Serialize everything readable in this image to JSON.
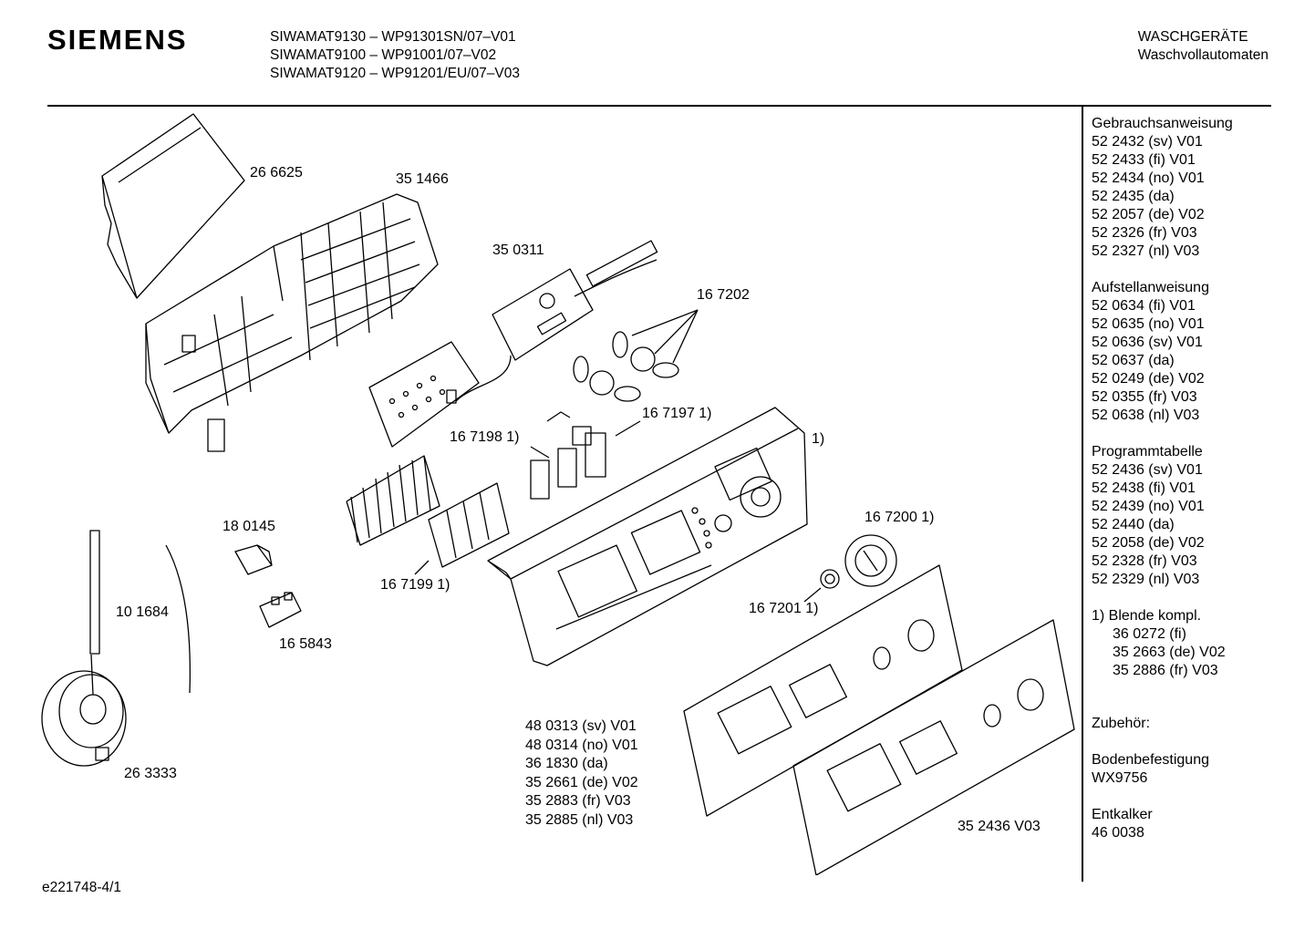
{
  "header": {
    "brand": "SIEMENS",
    "models": [
      "SIWAMAT9130 – WP91301SN/07–V01",
      "SIWAMAT9100 – WP91001/07–V02",
      "SIWAMAT9120 – WP91201/EU/07–V03"
    ],
    "category_title": "WASCHGERÄTE",
    "category_subtitle": "Waschvollautomaten"
  },
  "sidebar": {
    "gebrauch": {
      "title": "Gebrauchsanweisung",
      "items": [
        "52 2432 (sv) V01",
        "52 2433 (fi) V01",
        "52 2434 (no) V01",
        "52 2435 (da)",
        "52 2057 (de) V02",
        "52 2326 (fr) V03",
        "52 2327 (nl) V03"
      ]
    },
    "aufstell": {
      "title": "Aufstellanweisung",
      "items": [
        "52 0634 (fi) V01",
        "52 0635 (no) V01",
        "52 0636 (sv) V01",
        "52 0637 (da)",
        "52 0249 (de) V02",
        "52 0355 (fr) V03",
        "52 0638 (nl) V03"
      ]
    },
    "programm": {
      "title": "Programmtabelle",
      "items": [
        "52 2436 (sv) V01",
        "52 2438 (fi) V01",
        "52 2439 (no) V01",
        "52 2440 (da)",
        "52 2058 (de) V02",
        "52 2328 (fr) V03",
        "52 2329 (nl) V03"
      ]
    },
    "blende": {
      "title": "1) Blende kompl.",
      "items": [
        "36 0272 (fi)",
        "35 2663 (de) V02",
        "35 2886 (fr) V03"
      ]
    },
    "zubehoer": {
      "title": "Zubehör:"
    },
    "boden": {
      "title": "Bodenbefestigung",
      "value": "WX9756"
    },
    "entkalker": {
      "title": "Entkalker",
      "value": "46 0038"
    }
  },
  "callouts": {
    "c266625": "26 6625",
    "c351466": "35 1466",
    "c350311": "35 0311",
    "c167202": "16 7202",
    "c167197": "16 7197 1)",
    "c167198": "16 7198 1)",
    "c1": "1)",
    "c180145": "18 0145",
    "c167200": "16 7200 1)",
    "c167199": "16 7199 1)",
    "c101684": "10 1684",
    "c167201": "16 7201 1)",
    "c165843": "16 5843",
    "c263333": "26 3333",
    "c352436": "35 2436 V03"
  },
  "panel_overlay_parts": [
    "48 0313 (sv) V01",
    "48 0314 (no) V01",
    "36 1830 (da)",
    "35 2661 (de) V02",
    "35 2883 (fr) V03",
    "35 2885 (nl) V03"
  ],
  "footer": {
    "code": "e221748-4/1"
  }
}
